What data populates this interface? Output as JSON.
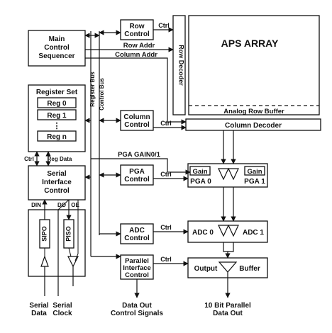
{
  "blocks": {
    "main_control": [
      "Main",
      "Control",
      "Sequencer"
    ],
    "row_control": [
      "Row",
      "Control"
    ],
    "aps_array": "APS ARRAY",
    "analog_row_buffer": "Analog Row Buffer",
    "row_decoder": "Row Decoder",
    "register_set": {
      "title": "Register Set",
      "regs": [
        "Reg 0",
        "Reg 1",
        "Reg n"
      ],
      "ellipsis": "⋮"
    },
    "column_control": [
      "Column",
      "Control"
    ],
    "column_decoder": "Column Decoder",
    "pga_control": [
      "PGA",
      "Control"
    ],
    "pga": {
      "gain": "Gain",
      "pga0": "PGA 0",
      "pga1": "PGA 1"
    },
    "serial_interface": [
      "Serial",
      "Interface",
      "Control"
    ],
    "adc_control": [
      "ADC",
      "Control"
    ],
    "adc": {
      "adc0": "ADC 0",
      "adc1": "ADC 1"
    },
    "parallel_interface": [
      "Parallel",
      "Interface",
      "Control"
    ],
    "output_buffer": {
      "output": "Output",
      "buffer": "Buffer"
    },
    "sipo": "SIPO",
    "piso": "PISO"
  },
  "signals": {
    "ctrl": "Ctrl",
    "row_addr": "Row Addr",
    "column_addr": "Column Addr",
    "register_bus": "Register Bus",
    "control_bus": "Control Bus",
    "pga_gain": "PGA GAIN0/1",
    "reg_data": "Reg Data",
    "din": "DIN",
    "do": "DO",
    "oe": "OE"
  },
  "io_labels": {
    "serial_data": [
      "Serial",
      "Data"
    ],
    "serial_clock": [
      "Serial",
      "Clock"
    ],
    "data_out_control": [
      "Data Out",
      "Control Signals"
    ],
    "parallel_data_out": [
      "10 Bit Parallel",
      "Data Out"
    ]
  }
}
